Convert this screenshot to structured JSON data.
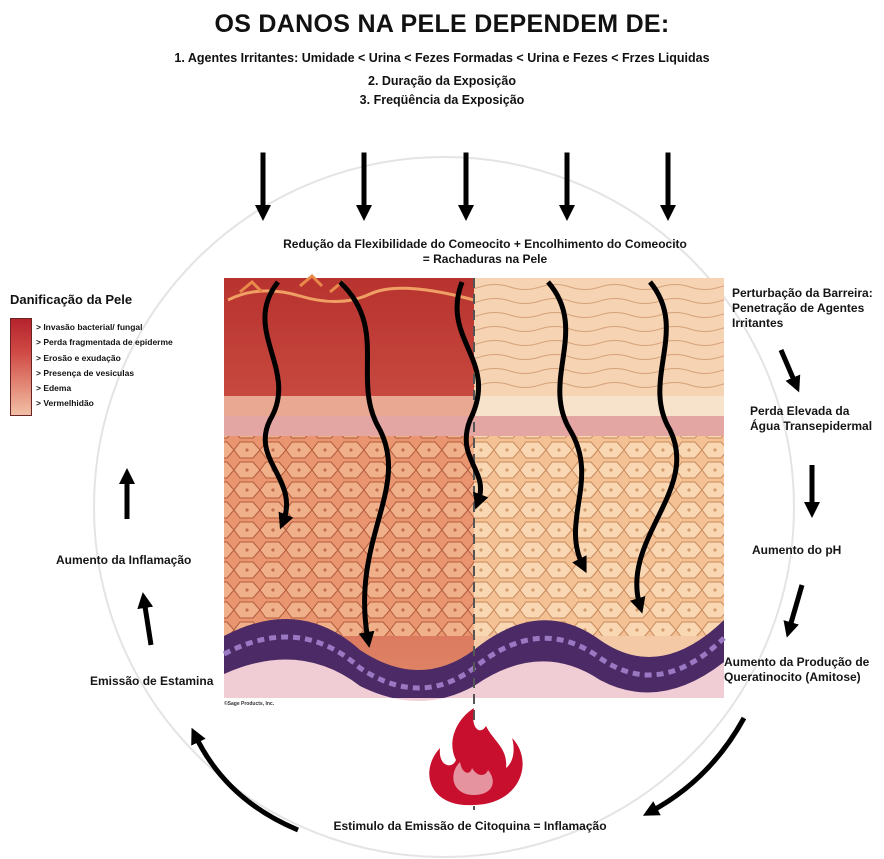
{
  "title": "OS DANOS NA PELE DEPENDEM DE:",
  "factors": [
    "1. Agentes Irritantes: Umidade < Urina < Fezes Formadas < Urina e Fezes < Frzes Liquidas",
    "2. Duração da Exposição",
    "3. Freqüência da Exposição"
  ],
  "cycle": {
    "top": "Redução da Flexibilidade do Comeocito + Encolhimento do Comeocito\n= Rachaduras na Pele",
    "barrier": "Perturbação da Barreira:\nPenetração de Agentes\nIrritantes",
    "water_loss": "Perda Elevada da\nÁgua Transepidermal",
    "ph": "Aumento do pH",
    "keratinocyte": "Aumento da Produção de\nQueratinocito (Amitose)",
    "cytokine": "Estimulo da Emissão de Citoquina = Inflamação",
    "estamina": "Emissão de Estamina",
    "inflammation": "Aumento da Inflamação"
  },
  "legend": {
    "title": "Danificação da Pele",
    "items": [
      "> Invasão bacterial/ fungal",
      "> Perda fragmentada de epiderme",
      "> Erosão e exudação",
      "> Presença de vesiculas",
      "> Edema",
      "> Vermelhidão"
    ]
  },
  "copyright": "©Sage Products, Inc.",
  "icons": [
    "down-arrow-icon",
    "curved-arrow-icon",
    "flame-icon"
  ],
  "colors": {
    "damaged_skin": "#c9473e",
    "healthy_skin": "#f3c9a6",
    "basal_layer": "#4b2a66",
    "flame": "#c8102e"
  }
}
